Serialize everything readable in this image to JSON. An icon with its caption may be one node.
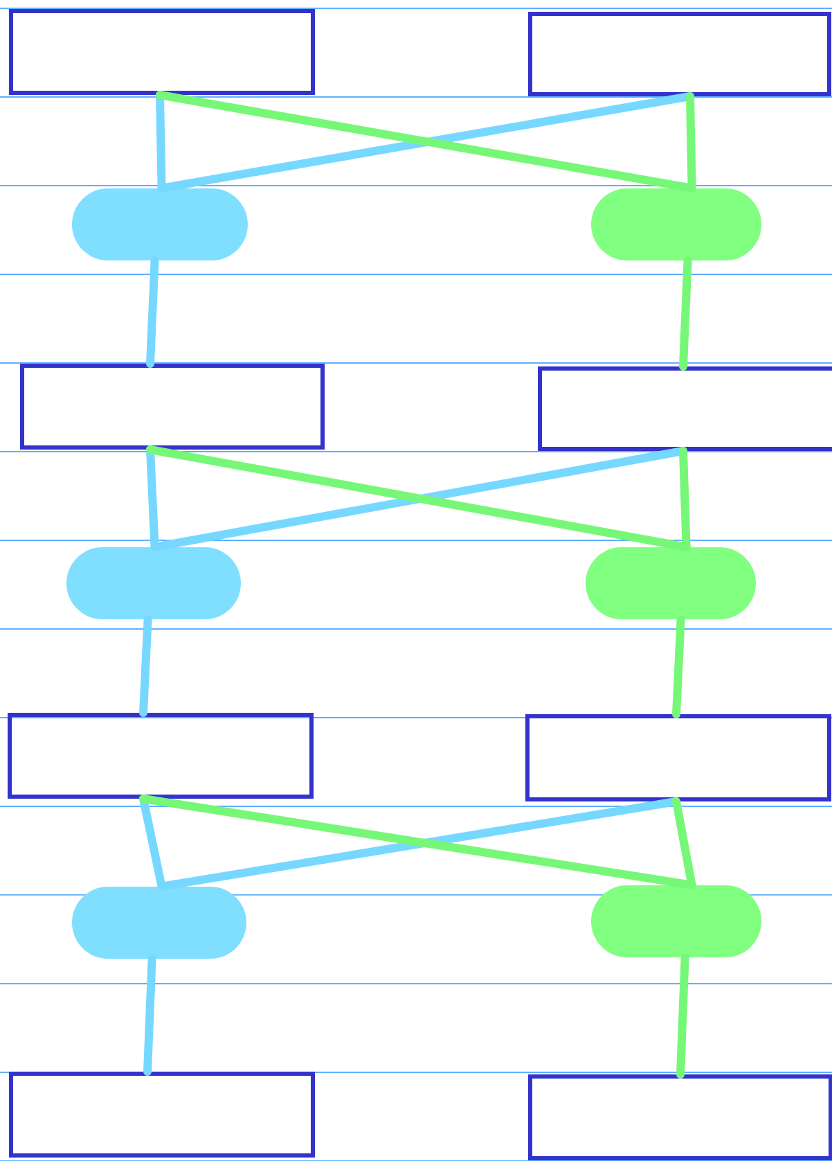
{
  "diagram": {
    "nodes": [
      {
        "text": [],
        "shape": "box"
      },
      {
        "text": [],
        "shape": "box"
      },
      {
        "text": [],
        "shape": "pill"
      },
      {
        "text": [],
        "shape": "pill"
      },
      {
        "text": [],
        "shape": "box"
      },
      {
        "text": [],
        "shape": "box"
      },
      {
        "text": [],
        "shape": "pill"
      },
      {
        "text": [],
        "shape": "pill"
      },
      {
        "text": [],
        "shape": "box"
      },
      {
        "text": [],
        "shape": "box"
      },
      {
        "text": [],
        "shape": "pill"
      },
      {
        "text": [],
        "shape": "pill"
      },
      {
        "text": [],
        "shape": "box"
      },
      {
        "text": [],
        "shape": "box"
      }
    ],
    "edges": [
      {
        "from": 0,
        "to": 2,
        "arrow": "none",
        "color": "#77d8ff"
      },
      {
        "from": 1,
        "to": 2,
        "arrow": "none",
        "color": "#77d8ff"
      },
      {
        "from": 0,
        "to": 3,
        "arrow": "none",
        "color": "#77f777"
      },
      {
        "from": 1,
        "to": 3,
        "arrow": "none",
        "color": "#77f777"
      },
      {
        "from": 2,
        "to": 4,
        "arrow": "none",
        "color": "#77d8ff"
      },
      {
        "from": 3,
        "to": 5,
        "arrow": "none",
        "color": "#77f777"
      },
      {
        "from": 4,
        "to": 6,
        "arrow": "none",
        "color": "#77d8ff"
      },
      {
        "from": 5,
        "to": 6,
        "arrow": "none",
        "color": "#77d8ff"
      },
      {
        "from": 4,
        "to": 7,
        "arrow": "none",
        "color": "#77f777"
      },
      {
        "from": 5,
        "to": 7,
        "arrow": "none",
        "color": "#77f777"
      },
      {
        "from": 6,
        "to": 8,
        "arrow": "none",
        "color": "#77d8ff"
      },
      {
        "from": 7,
        "to": 9,
        "arrow": "none",
        "color": "#77f777"
      },
      {
        "from": 8,
        "to": 10,
        "arrow": "none",
        "color": "#77d8ff"
      },
      {
        "from": 9,
        "to": 10,
        "arrow": "none",
        "color": "#77d8ff"
      },
      {
        "from": 8,
        "to": 11,
        "arrow": "none",
        "color": "#77f777"
      },
      {
        "from": 9,
        "to": 11,
        "arrow": "none",
        "color": "#77f777"
      },
      {
        "from": 10,
        "to": 12,
        "arrow": "none",
        "color": "#77d8ff"
      },
      {
        "from": 11,
        "to": 13,
        "arrow": "none",
        "color": "#77f777"
      }
    ]
  }
}
